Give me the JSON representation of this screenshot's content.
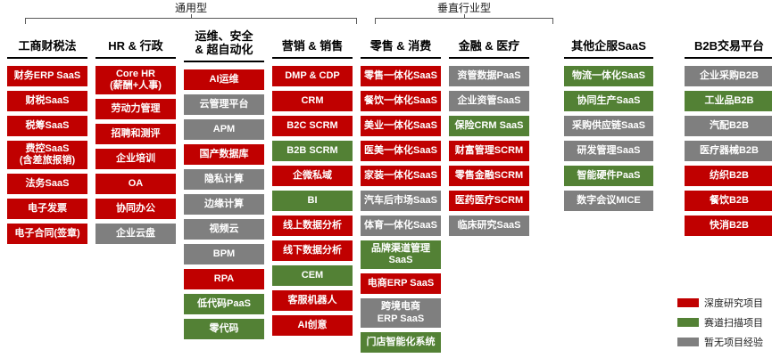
{
  "groups": [
    {
      "label": "通用型"
    },
    {
      "label": "垂直行业型"
    }
  ],
  "colors": {
    "red": "#C00000",
    "green": "#538135",
    "gray": "#7F7F7F"
  },
  "columns": [
    {
      "header": "工商财税法",
      "items": [
        {
          "label": "财务ERP SaaS",
          "status": "red"
        },
        {
          "label": "财税SaaS",
          "status": "red"
        },
        {
          "label": "税筹SaaS",
          "status": "red"
        },
        {
          "label": "费控SaaS\n(含差旅报销)",
          "status": "red"
        },
        {
          "label": "法务SaaS",
          "status": "red"
        },
        {
          "label": "电子发票",
          "status": "red"
        },
        {
          "label": "电子合同(签章)",
          "status": "red"
        }
      ]
    },
    {
      "header": "HR & 行政",
      "items": [
        {
          "label": "Core HR\n(薪酬+人事)",
          "status": "red"
        },
        {
          "label": "劳动力管理",
          "status": "red"
        },
        {
          "label": "招聘和测评",
          "status": "red"
        },
        {
          "label": "企业培训",
          "status": "red"
        },
        {
          "label": "OA",
          "status": "red"
        },
        {
          "label": "协同办公",
          "status": "red"
        },
        {
          "label": "企业云盘",
          "status": "gray"
        }
      ]
    },
    {
      "header": "运维、安全\n& 超自动化",
      "items": [
        {
          "label": "AI运维",
          "status": "red"
        },
        {
          "label": "云管理平台",
          "status": "gray"
        },
        {
          "label": "APM",
          "status": "gray"
        },
        {
          "label": "国产数据库",
          "status": "red"
        },
        {
          "label": "隐私计算",
          "status": "gray"
        },
        {
          "label": "边缘计算",
          "status": "gray"
        },
        {
          "label": "视频云",
          "status": "gray"
        },
        {
          "label": "BPM",
          "status": "gray"
        },
        {
          "label": "RPA",
          "status": "red"
        },
        {
          "label": "低代码PaaS",
          "status": "green"
        },
        {
          "label": "零代码",
          "status": "green"
        }
      ]
    },
    {
      "header": "营销 & 销售",
      "items": [
        {
          "label": "DMP & CDP",
          "status": "red"
        },
        {
          "label": "CRM",
          "status": "red"
        },
        {
          "label": "B2C SCRM",
          "status": "red"
        },
        {
          "label": "B2B SCRM",
          "status": "green"
        },
        {
          "label": "企微私域",
          "status": "red"
        },
        {
          "label": "BI",
          "status": "green"
        },
        {
          "label": "线上数据分析",
          "status": "red"
        },
        {
          "label": "线下数据分析",
          "status": "red"
        },
        {
          "label": "CEM",
          "status": "green"
        },
        {
          "label": "客服机器人",
          "status": "red"
        },
        {
          "label": "AI创意",
          "status": "red"
        }
      ]
    },
    {
      "header": "零售 & 消费",
      "items": [
        {
          "label": "零售一体化SaaS",
          "status": "red"
        },
        {
          "label": "餐饮一体化SaaS",
          "status": "red"
        },
        {
          "label": "美业一体化SaaS",
          "status": "red"
        },
        {
          "label": "医美一体化SaaS",
          "status": "red"
        },
        {
          "label": "家装一体化SaaS",
          "status": "red"
        },
        {
          "label": "汽车后市场SaaS",
          "status": "gray"
        },
        {
          "label": "体育一体化SaaS",
          "status": "gray"
        },
        {
          "label": "品牌渠道管理\nSaaS",
          "status": "green"
        },
        {
          "label": "电商ERP SaaS",
          "status": "red"
        },
        {
          "label": "跨境电商\nERP SaaS",
          "status": "gray"
        },
        {
          "label": "门店智能化系统",
          "status": "green"
        }
      ]
    },
    {
      "header": "金融 & 医疗",
      "items": [
        {
          "label": "资管数据PaaS",
          "status": "gray"
        },
        {
          "label": "企业资管SaaS",
          "status": "gray"
        },
        {
          "label": "保险CRM SaaS",
          "status": "green"
        },
        {
          "label": "财富管理SCRM",
          "status": "red"
        },
        {
          "label": "零售金融SCRM",
          "status": "red"
        },
        {
          "label": "医药医疗SCRM",
          "status": "red"
        },
        {
          "label": "临床研究SaaS",
          "status": "gray"
        }
      ]
    },
    {
      "header": "其他企服SaaS",
      "items": [
        {
          "label": "物流一体化SaaS",
          "status": "green"
        },
        {
          "label": "协同生产SaaS",
          "status": "green"
        },
        {
          "label": "采购供应链SaaS",
          "status": "gray"
        },
        {
          "label": "研发管理SaaS",
          "status": "gray"
        },
        {
          "label": "智能硬件PaaS",
          "status": "green"
        },
        {
          "label": "数字会议MICE",
          "status": "gray"
        }
      ]
    },
    {
      "header": "B2B交易平台",
      "items": [
        {
          "label": "企业采购B2B",
          "status": "gray"
        },
        {
          "label": "工业品B2B",
          "status": "green"
        },
        {
          "label": "汽配B2B",
          "status": "gray"
        },
        {
          "label": "医疗器械B2B",
          "status": "gray"
        },
        {
          "label": "纺织B2B",
          "status": "red"
        },
        {
          "label": "餐饮B2B",
          "status": "red"
        },
        {
          "label": "快消B2B",
          "status": "red"
        }
      ]
    }
  ],
  "legend": {
    "items": [
      {
        "label": "深度研究项目",
        "status": "red"
      },
      {
        "label": "赛道扫描项目",
        "status": "green"
      },
      {
        "label": "暂无项目经验",
        "status": "gray"
      }
    ]
  }
}
